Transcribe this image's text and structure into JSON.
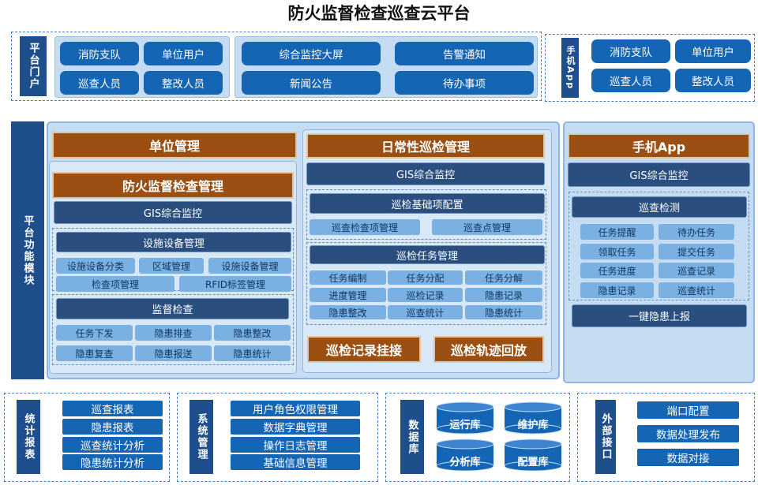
{
  "title": "防火监督检查巡查云平台",
  "portal": {
    "label": "平台门户",
    "group1": [
      "消防支队",
      "单位用户",
      "巡查人员",
      "整改人员"
    ],
    "group2": [
      "综合监控大屏",
      "告警通知",
      "新闻公告",
      "待办事项"
    ]
  },
  "mobile_top": {
    "label": "手机App",
    "buttons": [
      "消防支队",
      "单位用户",
      "巡查人员",
      "整改人员"
    ]
  },
  "modules": {
    "label": "平台功能模块",
    "unit": {
      "header": "单位管理",
      "fire": {
        "header": "防火监督检查管理",
        "gis": "GIS综合监控",
        "facility": "设施设备管理",
        "facility_items": [
          "设施设备分类",
          "区域管理",
          "设施设备管理",
          "检查项管理",
          "RFID标签管理"
        ],
        "supervise": "监督检查",
        "supervise_items": [
          "任务下发",
          "隐患排查",
          "隐患整改",
          "隐患复查",
          "隐患报送",
          "隐患统计"
        ]
      }
    },
    "daily": {
      "header": "日常性巡检管理",
      "gis": "GIS综合监控",
      "base": "巡检基础项配置",
      "base_items": [
        "巡查检查项管理",
        "巡查点管理"
      ],
      "task": "巡检任务管理",
      "task_items": [
        "任务编制",
        "任务分配",
        "任务分解",
        "进度管理",
        "巡检记录",
        "隐患记录",
        "隐患整改",
        "巡查统计",
        "隐患统计"
      ],
      "btn_record": "巡检记录挂接",
      "btn_track": "巡检轨迹回放"
    },
    "app": {
      "header": "手机App",
      "gis": "GIS综合监控",
      "inspect": "巡查检测",
      "items": [
        "任务提醒",
        "待办任务",
        "领取任务",
        "提交任务",
        "任务进度",
        "巡查记录",
        "隐患记录",
        "巡查统计"
      ],
      "report": "一键隐患上报"
    }
  },
  "bottom": {
    "stats": {
      "label": "统计报表",
      "items": [
        "巡查报表",
        "隐患报表",
        "巡查统计分析",
        "隐患统计分析"
      ]
    },
    "system": {
      "label": "系统管理",
      "items": [
        "用户角色权限管理",
        "数据字典管理",
        "操作日志管理",
        "基础信息管理"
      ]
    },
    "db": {
      "label": "数据库",
      "items": [
        "运行库",
        "维护库",
        "分析库",
        "配置库"
      ]
    },
    "ext": {
      "label": "外部接口",
      "items": [
        "端口配置",
        "数据处理发布",
        "数据对接"
      ]
    }
  }
}
